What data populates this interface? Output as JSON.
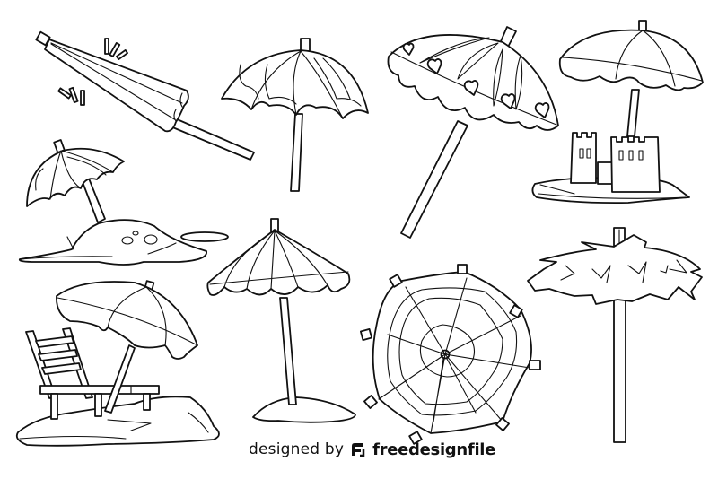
{
  "page": {
    "title": "Beach umbrellas coloring page",
    "background": "#ffffff",
    "line_color": "#111111"
  },
  "illustrations": [
    {
      "id": "closed-umbrella",
      "label": "Closed beach umbrella"
    },
    {
      "id": "open-umbrella-simple",
      "label": "Open beach umbrella"
    },
    {
      "id": "heart-umbrella",
      "label": "Umbrella with hearts"
    },
    {
      "id": "umbrella-sandcastle",
      "label": "Umbrella with sandcastle"
    },
    {
      "id": "umbrella-sand-mound",
      "label": "Umbrella on sand mound"
    },
    {
      "id": "scalloped-umbrella",
      "label": "Scalloped umbrella on sand"
    },
    {
      "id": "top-view-umbrella",
      "label": "Umbrella top view"
    },
    {
      "id": "straw-umbrella",
      "label": "Straw palapa umbrella"
    },
    {
      "id": "umbrella-deck-chair",
      "label": "Umbrella with deck chair"
    }
  ],
  "credit": {
    "prefix": "designed by",
    "brand": "freedesignfile",
    "logo_icon": "freedesignfile-logo-icon"
  }
}
